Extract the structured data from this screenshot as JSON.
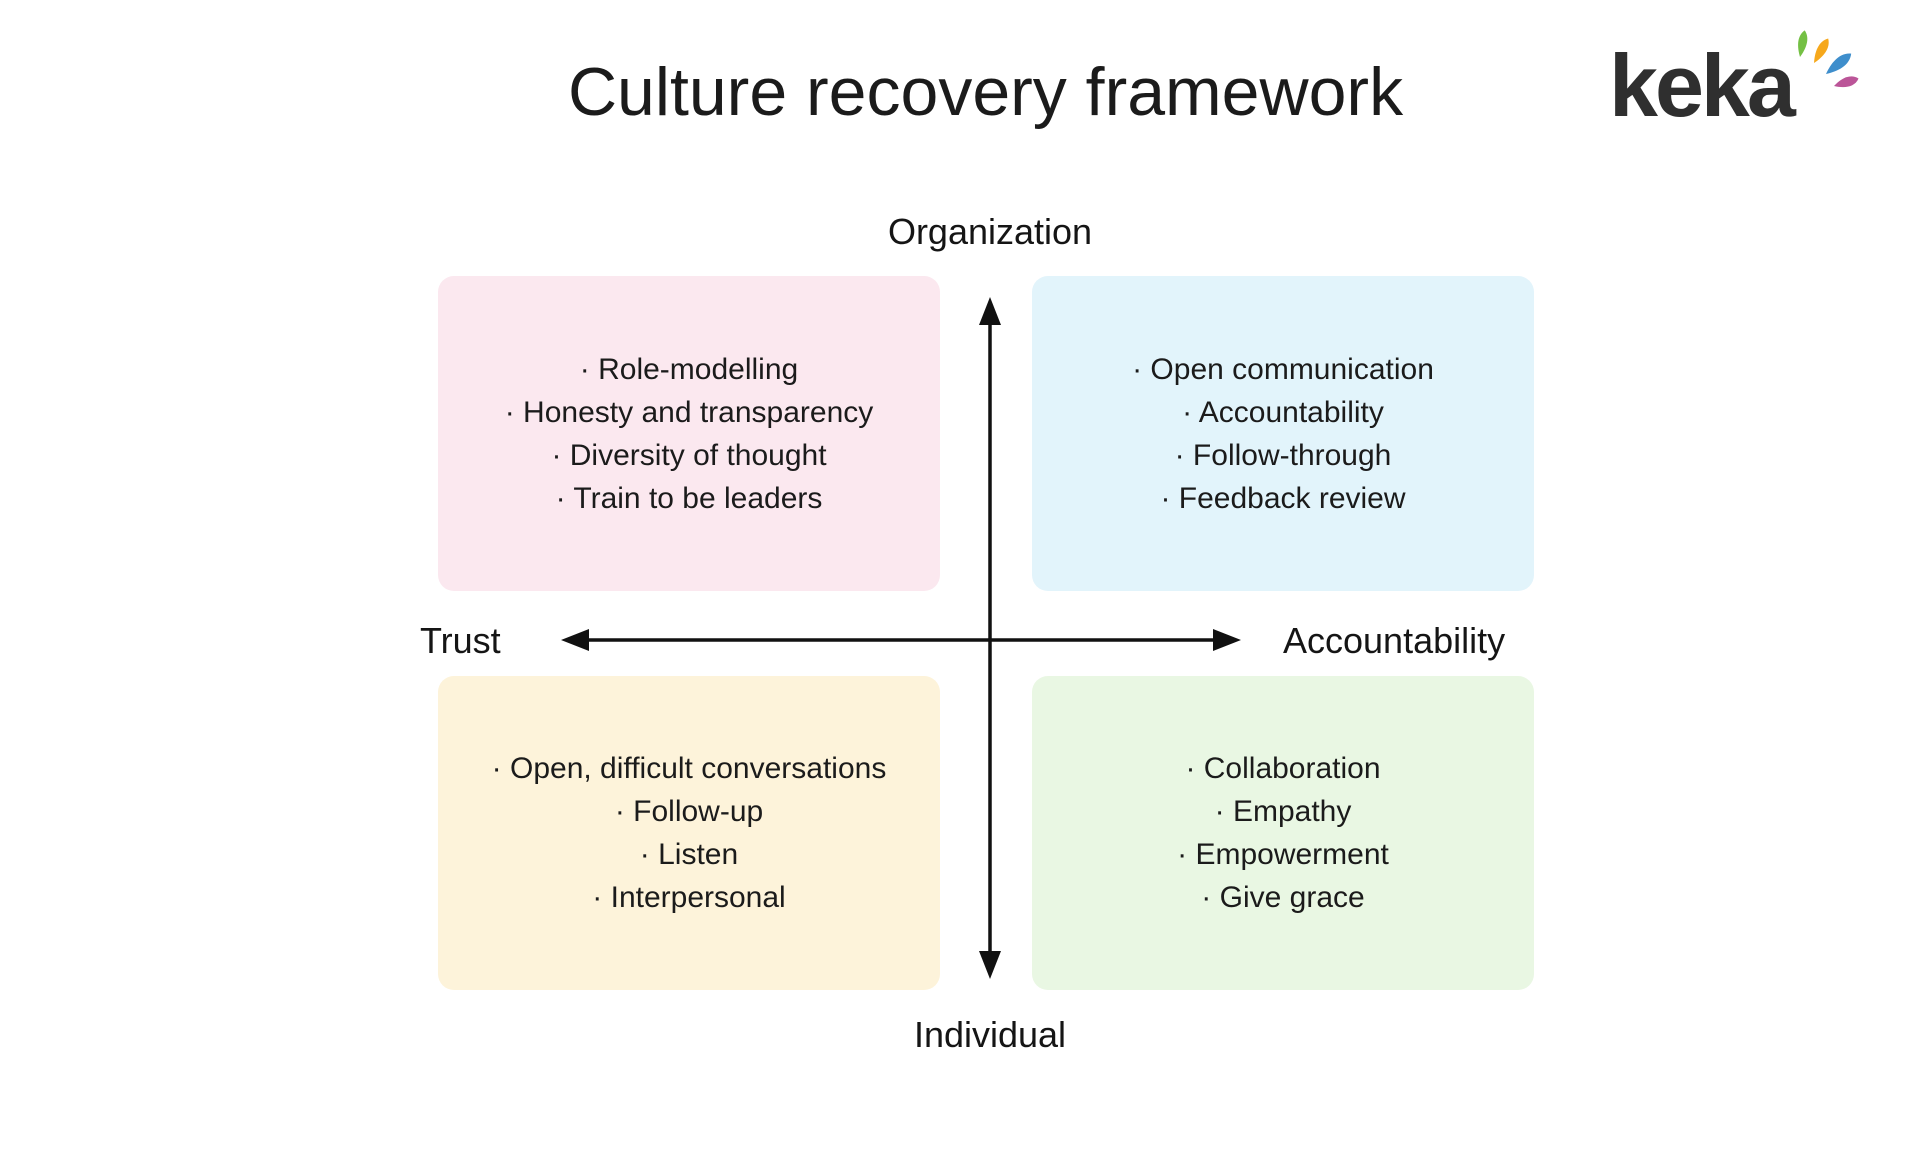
{
  "page": {
    "background": "#ffffff",
    "text_color": "#1b1b1b"
  },
  "header": {
    "title": "Culture recovery framework",
    "logo": {
      "wordmark": "keka",
      "wordmark_color": "#2f2f2f",
      "spark_colors": {
        "green": "#74c044",
        "orange": "#f6a81c",
        "blue": "#3e8ecc",
        "magenta": "#bb5598"
      }
    }
  },
  "axes": {
    "arrow_color": "#111111",
    "vertical": {
      "top_label": "Organization",
      "bottom_label": "Individual"
    },
    "horizontal": {
      "left_label": "Trust",
      "right_label": "Accountability"
    }
  },
  "quadrants": [
    {
      "position": "top-left",
      "background": "#fbe8ef",
      "items": [
        "· Role-modelling",
        "· Honesty and transparency",
        "· Diversity of thought",
        "· Train to be leaders"
      ]
    },
    {
      "position": "top-right",
      "background": "#e2f4fb",
      "items": [
        "· Open communication",
        "· Accountability",
        "· Follow-through",
        "· Feedback review"
      ]
    },
    {
      "position": "bottom-left",
      "background": "#fdf3da",
      "items": [
        "· Open, difficult conversations",
        "· Follow-up",
        "· Listen",
        "· Interpersonal"
      ]
    },
    {
      "position": "bottom-right",
      "background": "#e9f7e3",
      "items": [
        "· Collaboration",
        "· Empathy",
        "· Empowerment",
        "· Give grace"
      ]
    }
  ]
}
